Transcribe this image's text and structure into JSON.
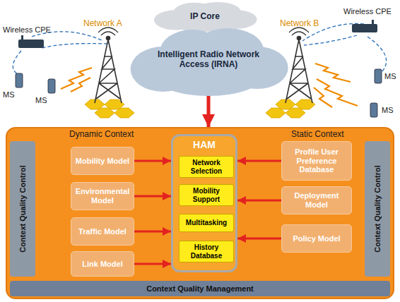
{
  "diagram": {
    "nodes": [
      {
        "text": [
          "IP Core"
        ]
      },
      {
        "text": [
          "Intelligent Radio Network Access (IRNA)"
        ]
      },
      {
        "text": [
          "Dynamic Context",
          "Static Context"
        ]
      },
      {
        "text": [
          "Context Quality Control"
        ],
        "in": 2
      },
      {
        "text": [
          "Context Quality Control"
        ],
        "in": 2
      },
      {
        "text": [
          "Context Quality Management"
        ],
        "in": 2
      },
      {
        "text": [
          "Mobility Model"
        ],
        "in": 2
      },
      {
        "text": [
          "Environmental Model"
        ],
        "in": 2
      },
      {
        "text": [
          "Traffic Model"
        ],
        "in": 2
      },
      {
        "text": [
          "Link Model"
        ],
        "in": 2
      },
      {
        "text": [
          "HAM"
        ],
        "in": 2
      },
      {
        "text": [
          "Network Selection"
        ],
        "in": 10
      },
      {
        "text": [
          "Mobility Support"
        ],
        "in": 10
      },
      {
        "text": [
          "Multitasking"
        ],
        "in": 10
      },
      {
        "text": [
          "History Database"
        ],
        "in": 10
      },
      {
        "text": [
          "Profile User Preference Database"
        ],
        "in": 2
      },
      {
        "text": [
          "Deployment Model"
        ],
        "in": 2
      },
      {
        "text": [
          "Policy Model"
        ],
        "in": 2
      }
    ],
    "edges": [
      {
        "from": 1,
        "to": 2,
        "arrow": "to"
      },
      {
        "from": 6,
        "to": 10,
        "arrow": "to"
      },
      {
        "from": 7,
        "to": 10,
        "arrow": "to"
      },
      {
        "from": 8,
        "to": 10,
        "arrow": "to"
      },
      {
        "from": 9,
        "to": 10,
        "arrow": "to"
      },
      {
        "from": 15,
        "to": 10,
        "arrow": "to"
      },
      {
        "from": 16,
        "to": 10,
        "arrow": "to"
      },
      {
        "from": 17,
        "to": 10,
        "arrow": "to"
      }
    ],
    "labels": [
      "Wireless CPE",
      "Network A",
      "Network B",
      "Wireless CPE",
      "MS",
      "MS",
      "MS",
      "MS"
    ]
  }
}
